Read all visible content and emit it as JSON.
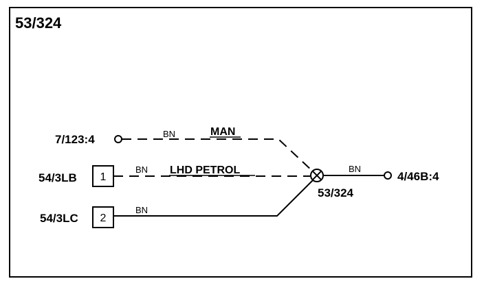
{
  "diagram": {
    "title": "53/324",
    "splice_label": "53/324",
    "connectors": {
      "top_left": "7/123:4",
      "mid_left": "54/3LB",
      "bottom_left": "54/3LC",
      "right": "4/46B:4"
    },
    "pins": {
      "mid": "1",
      "bottom": "2"
    },
    "wire_colors": {
      "top": "BN",
      "mid": "BN",
      "bottom": "BN",
      "right": "BN"
    },
    "variants": {
      "top": "MAN",
      "mid": "LHD PETROL"
    },
    "line_color": "#000000"
  }
}
